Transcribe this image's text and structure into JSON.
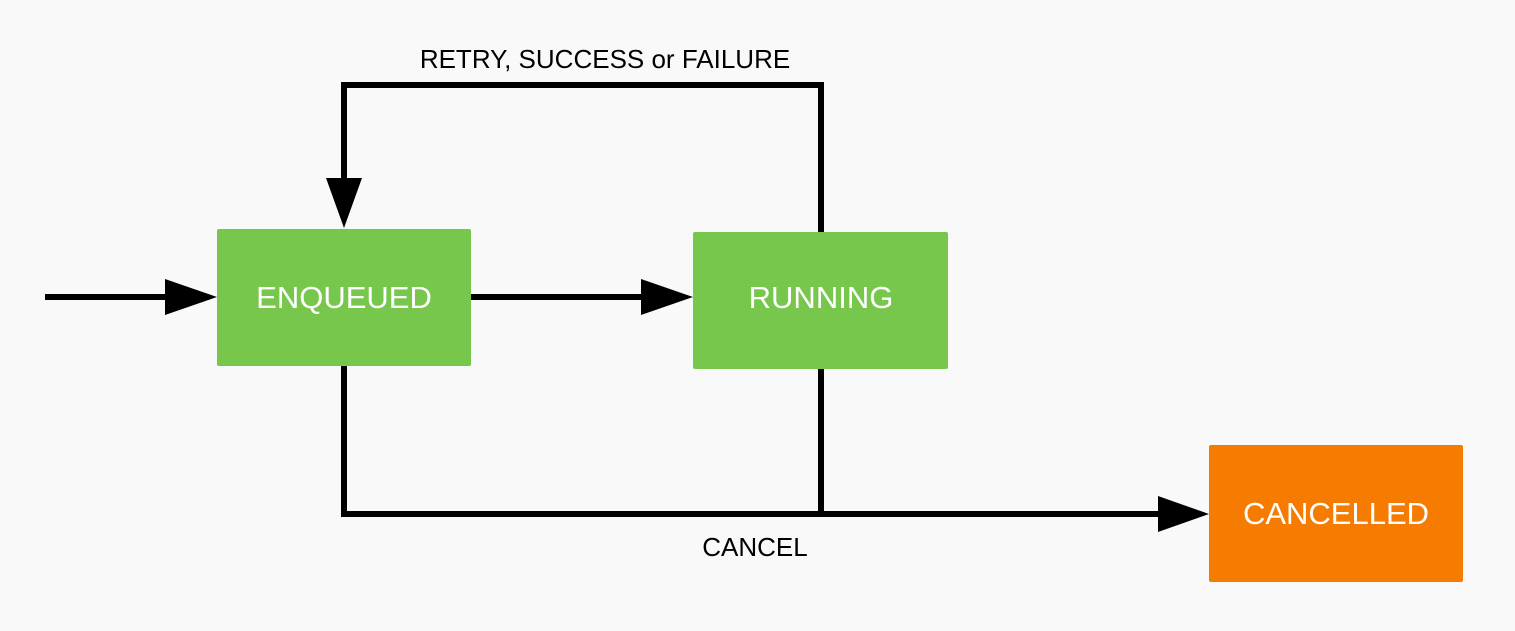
{
  "diagram": {
    "colors": {
      "background": "#f9f9f9",
      "state_active": "#76c74c",
      "state_cancelled": "#f57c00",
      "edge": "#000000",
      "node_text": "#ffffff"
    },
    "states": {
      "enqueued": {
        "label": "ENQUEUED"
      },
      "running": {
        "label": "RUNNING"
      },
      "cancelled": {
        "label": "CANCELLED"
      }
    },
    "transitions": {
      "retry_label": "RETRY, SUCCESS or FAILURE",
      "cancel_label": "CANCEL"
    }
  }
}
